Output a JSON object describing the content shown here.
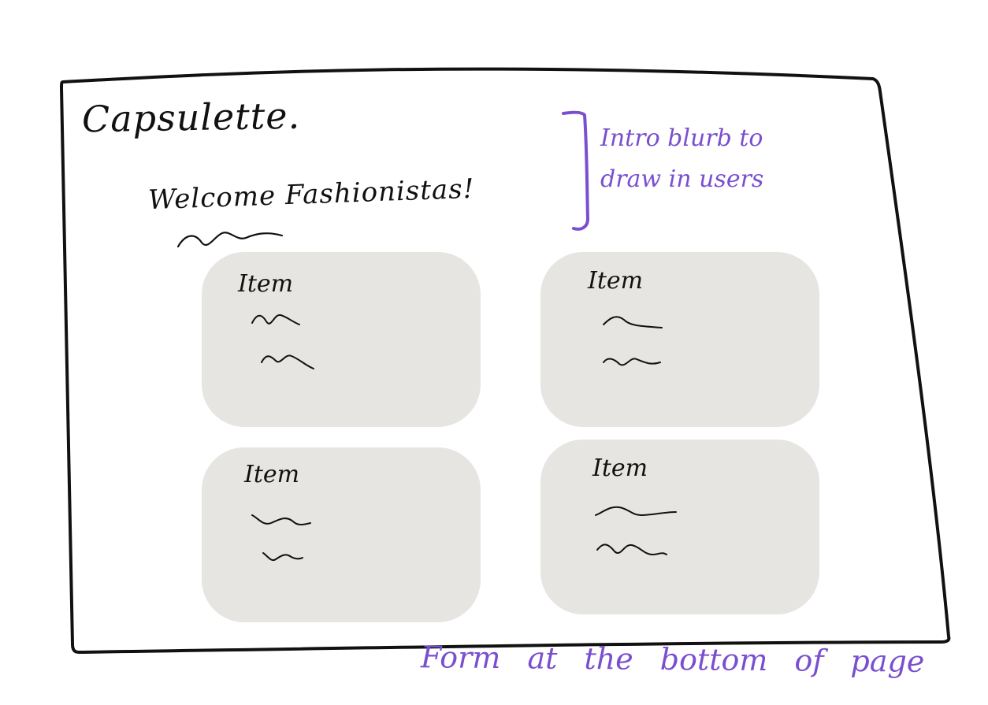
{
  "brand": "Capsulette.",
  "welcome": "Welcome Fashionistas!",
  "annotations": {
    "intro": "Intro blurb to draw in users",
    "form": "Form at the bottom of page"
  },
  "cards": [
    {
      "title": "Item"
    },
    {
      "title": "Item"
    },
    {
      "title": "Item"
    },
    {
      "title": "Item"
    }
  ],
  "colors": {
    "ink": "#111111",
    "annotation": "#7a4fcf",
    "card": "#e6e5e2"
  }
}
